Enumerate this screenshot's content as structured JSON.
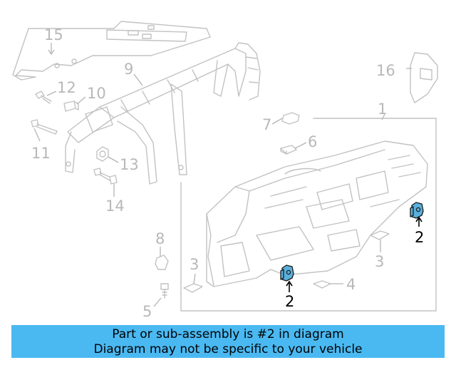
{
  "diagram": {
    "callouts": {
      "c1": "1",
      "c2a": "2",
      "c2b": "2",
      "c3a": "3",
      "c3b": "3",
      "c4": "4",
      "c5": "5",
      "c6": "6",
      "c7": "7",
      "c8": "8",
      "c9": "9",
      "c10": "10",
      "c11": "11",
      "c12": "12",
      "c13": "13",
      "c14": "14",
      "c15": "15",
      "c16": "16"
    },
    "highlight_color": "#5ab0dc",
    "inactive_color": "#c2c2c2"
  },
  "banner": {
    "line1": "Part or sub-assembly is #2 in diagram",
    "line2": "Diagram may not be specific to your vehicle",
    "background": "#4ab9f2"
  }
}
